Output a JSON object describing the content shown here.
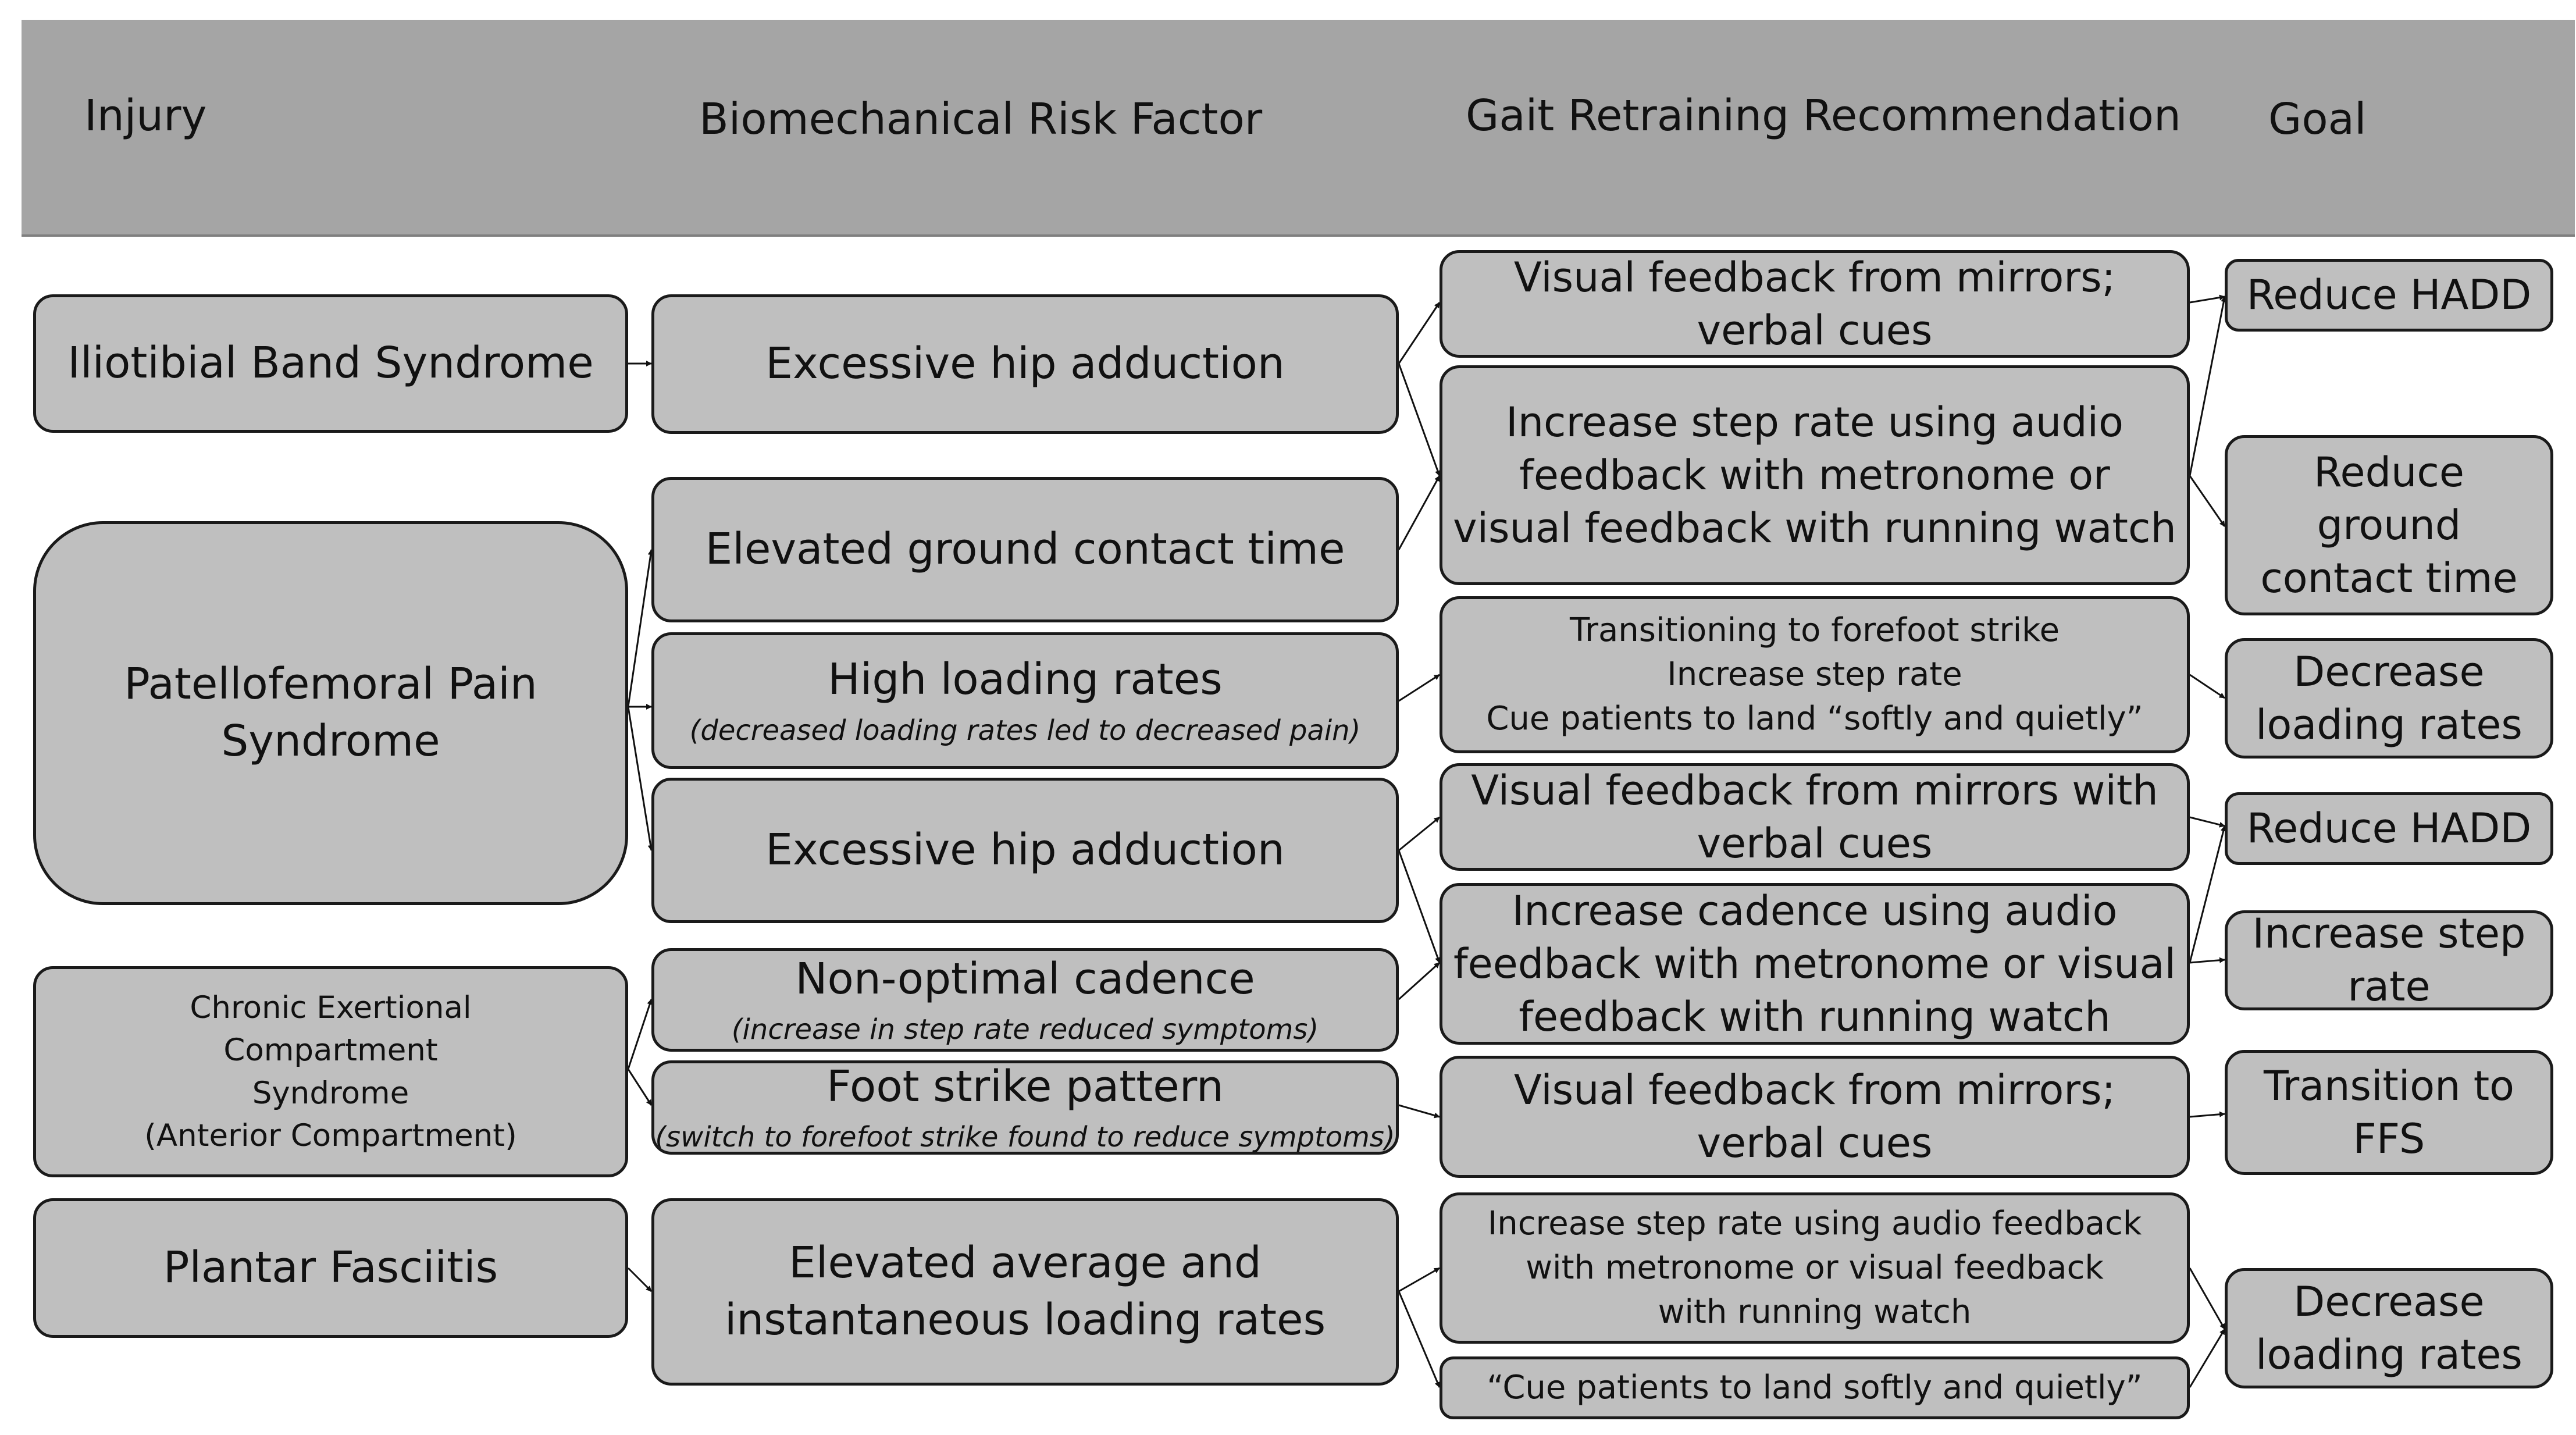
{
  "header": {
    "injury": "Injury",
    "risk_factor": "Biomechanical Risk Factor",
    "recommendation": "Gait Retraining Recommendation",
    "goal": "Goal"
  },
  "injuries": {
    "itbs": "Iliotibial Band Syndrome",
    "pfps": [
      "Patellofemoral Pain",
      "Syndrome"
    ],
    "cecs": [
      "Chronic Exertional",
      "Compartment",
      "Syndrome",
      "(Anterior Compartment)"
    ],
    "pf": "Plantar Fasciitis"
  },
  "risk_factors": {
    "hip_add_itbs": "Excessive hip adduction",
    "gct": "Elevated ground contact time",
    "high_lr": {
      "label": "High loading rates",
      "note": "(decreased loading rates led to decreased pain)"
    },
    "hip_add_pfps": "Excessive hip adduction",
    "cadence": {
      "label": "Non-optimal cadence",
      "note": "(increase in step rate reduced symptoms)"
    },
    "foot_strike": {
      "label": "Foot strike pattern",
      "note": "(switch to forefoot strike found to reduce symptoms)"
    },
    "elevated_lr": [
      "Elevated average and",
      "instantaneous loading rates"
    ]
  },
  "recommendations": {
    "r1": [
      "Visual feedback from mirrors;",
      "verbal cues"
    ],
    "r2": [
      "Increase step rate using audio",
      "feedback with metronome or",
      "visual feedback with running watch"
    ],
    "r3": [
      "Transitioning to forefoot strike",
      "Increase step rate",
      "Cue patients to land “softly and quietly”"
    ],
    "r4": [
      "Visual feedback from mirrors with",
      "verbal cues"
    ],
    "r5": [
      "Increase cadence using audio",
      "feedback with metronome or visual",
      "feedback with running watch"
    ],
    "r6": [
      "Visual feedback from mirrors;",
      "verbal cues"
    ],
    "r7": [
      "Increase step rate using audio feedback",
      "with metronome or visual feedback",
      "with running watch"
    ],
    "r8": "“Cue patients to land softly and quietly”"
  },
  "goals": {
    "g1": "Reduce HADD",
    "g2": [
      "Reduce",
      "ground",
      "contact time"
    ],
    "g3": [
      "Decrease",
      "loading rates"
    ],
    "g4": "Reduce HADD",
    "g5": [
      "Increase step",
      "rate"
    ],
    "g6": [
      "Transition to",
      "FFS"
    ],
    "g7": [
      "Decrease",
      "loading rates"
    ]
  },
  "colors": {
    "header_fill": "#a5a5a5",
    "box_fill": "#bfbfbf",
    "outline": "#1a1a1a"
  }
}
